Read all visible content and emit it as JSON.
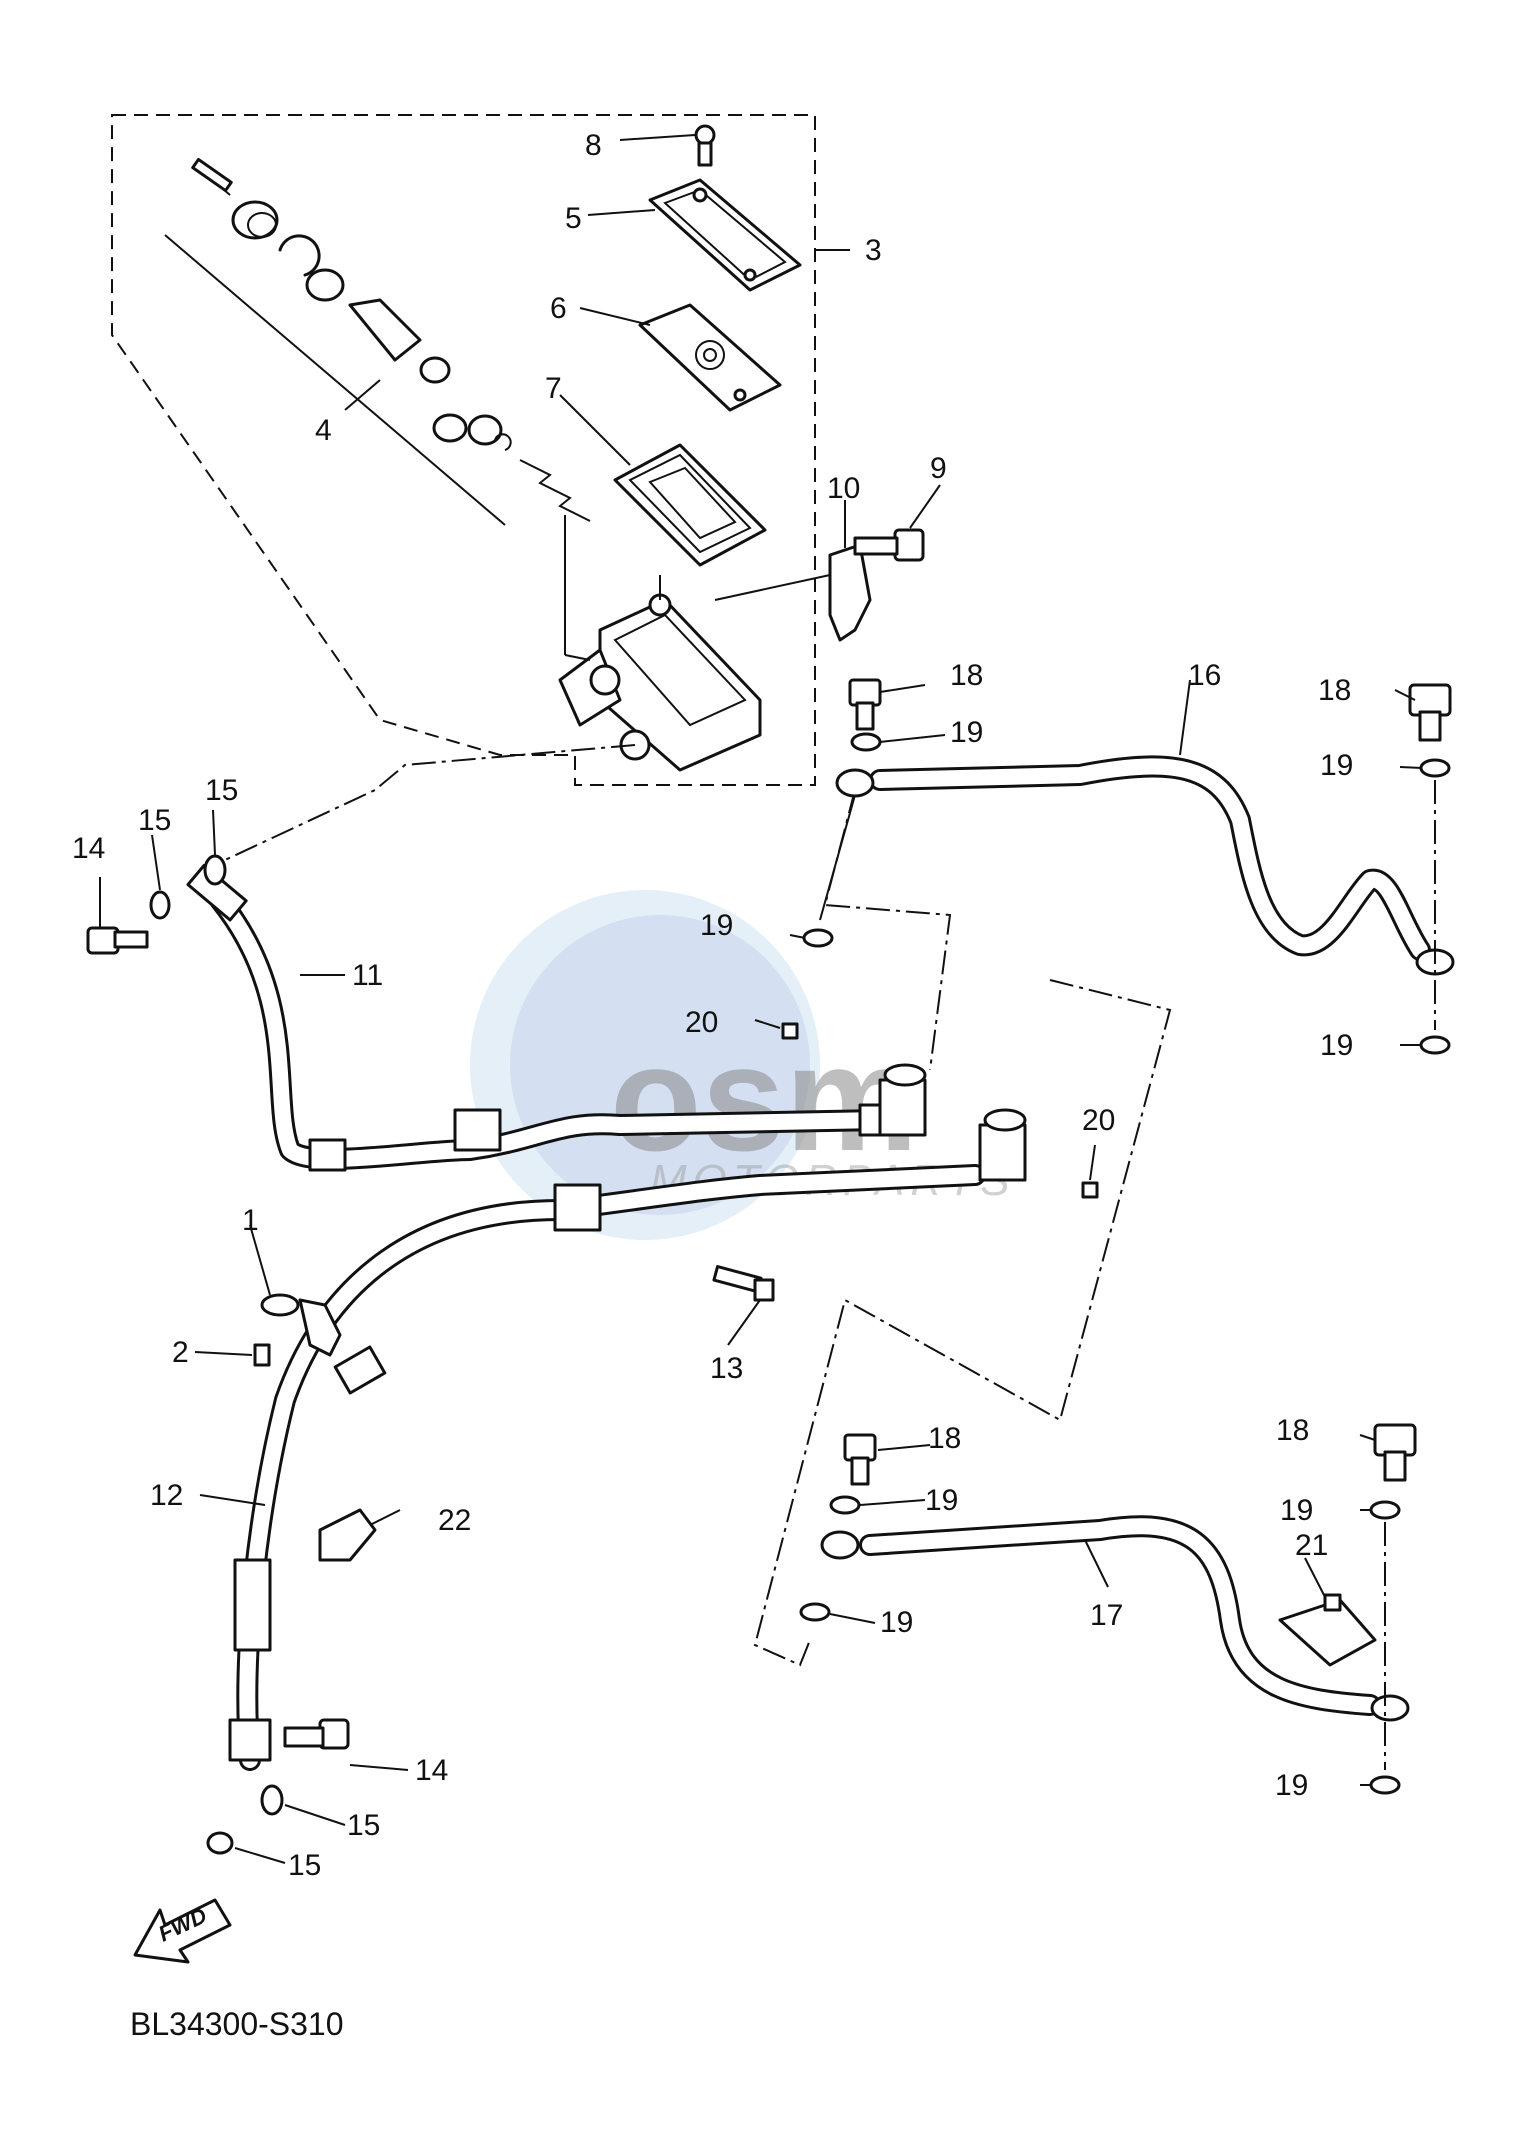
{
  "diagram_code": "BL34300-S310",
  "fwd_label": "FWD",
  "watermark": {
    "logo": "osm",
    "tagline": "MOTORPARTS"
  },
  "callouts": {
    "c1": "1",
    "c2": "2",
    "c3": "3",
    "c4": "4",
    "c5": "5",
    "c6": "6",
    "c7": "7",
    "c8": "8",
    "c9": "9",
    "c10": "10",
    "c11": "11",
    "c12": "12",
    "c13": "13",
    "c14a": "14",
    "c14b": "14",
    "c15a": "15",
    "c15b": "15",
    "c15c": "15",
    "c15d": "15",
    "c16": "16",
    "c17": "17",
    "c18a": "18",
    "c18b": "18",
    "c18c": "18",
    "c18d": "18",
    "c19a": "19",
    "c19b": "19",
    "c19c": "19",
    "c19d": "19",
    "c19e": "19",
    "c19f": "19",
    "c19g": "19",
    "c19h": "19",
    "c20a": "20",
    "c20b": "20",
    "c21": "21",
    "c22": "22"
  }
}
